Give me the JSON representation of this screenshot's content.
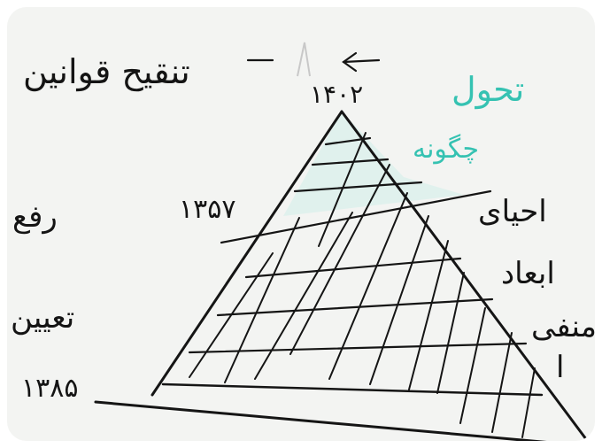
{
  "board": {
    "top_left_note": "تنقیح قوانین",
    "side_label_1": "رفع",
    "side_label_2": "تعیین",
    "bottom_year": "۱۳۸۵",
    "middle_year": "۱۳۵۷",
    "apex_year": "۱۴۰۲",
    "right_teal_title": "تحول",
    "right_teal_subtitle": "چگونه",
    "right_labels": [
      "احیای",
      "ابعاد",
      "منفی",
      "ا"
    ]
  },
  "colors": {
    "board_background": "#f3f4f2",
    "ink": "#141414",
    "teal_marker": "#35c2b2"
  }
}
